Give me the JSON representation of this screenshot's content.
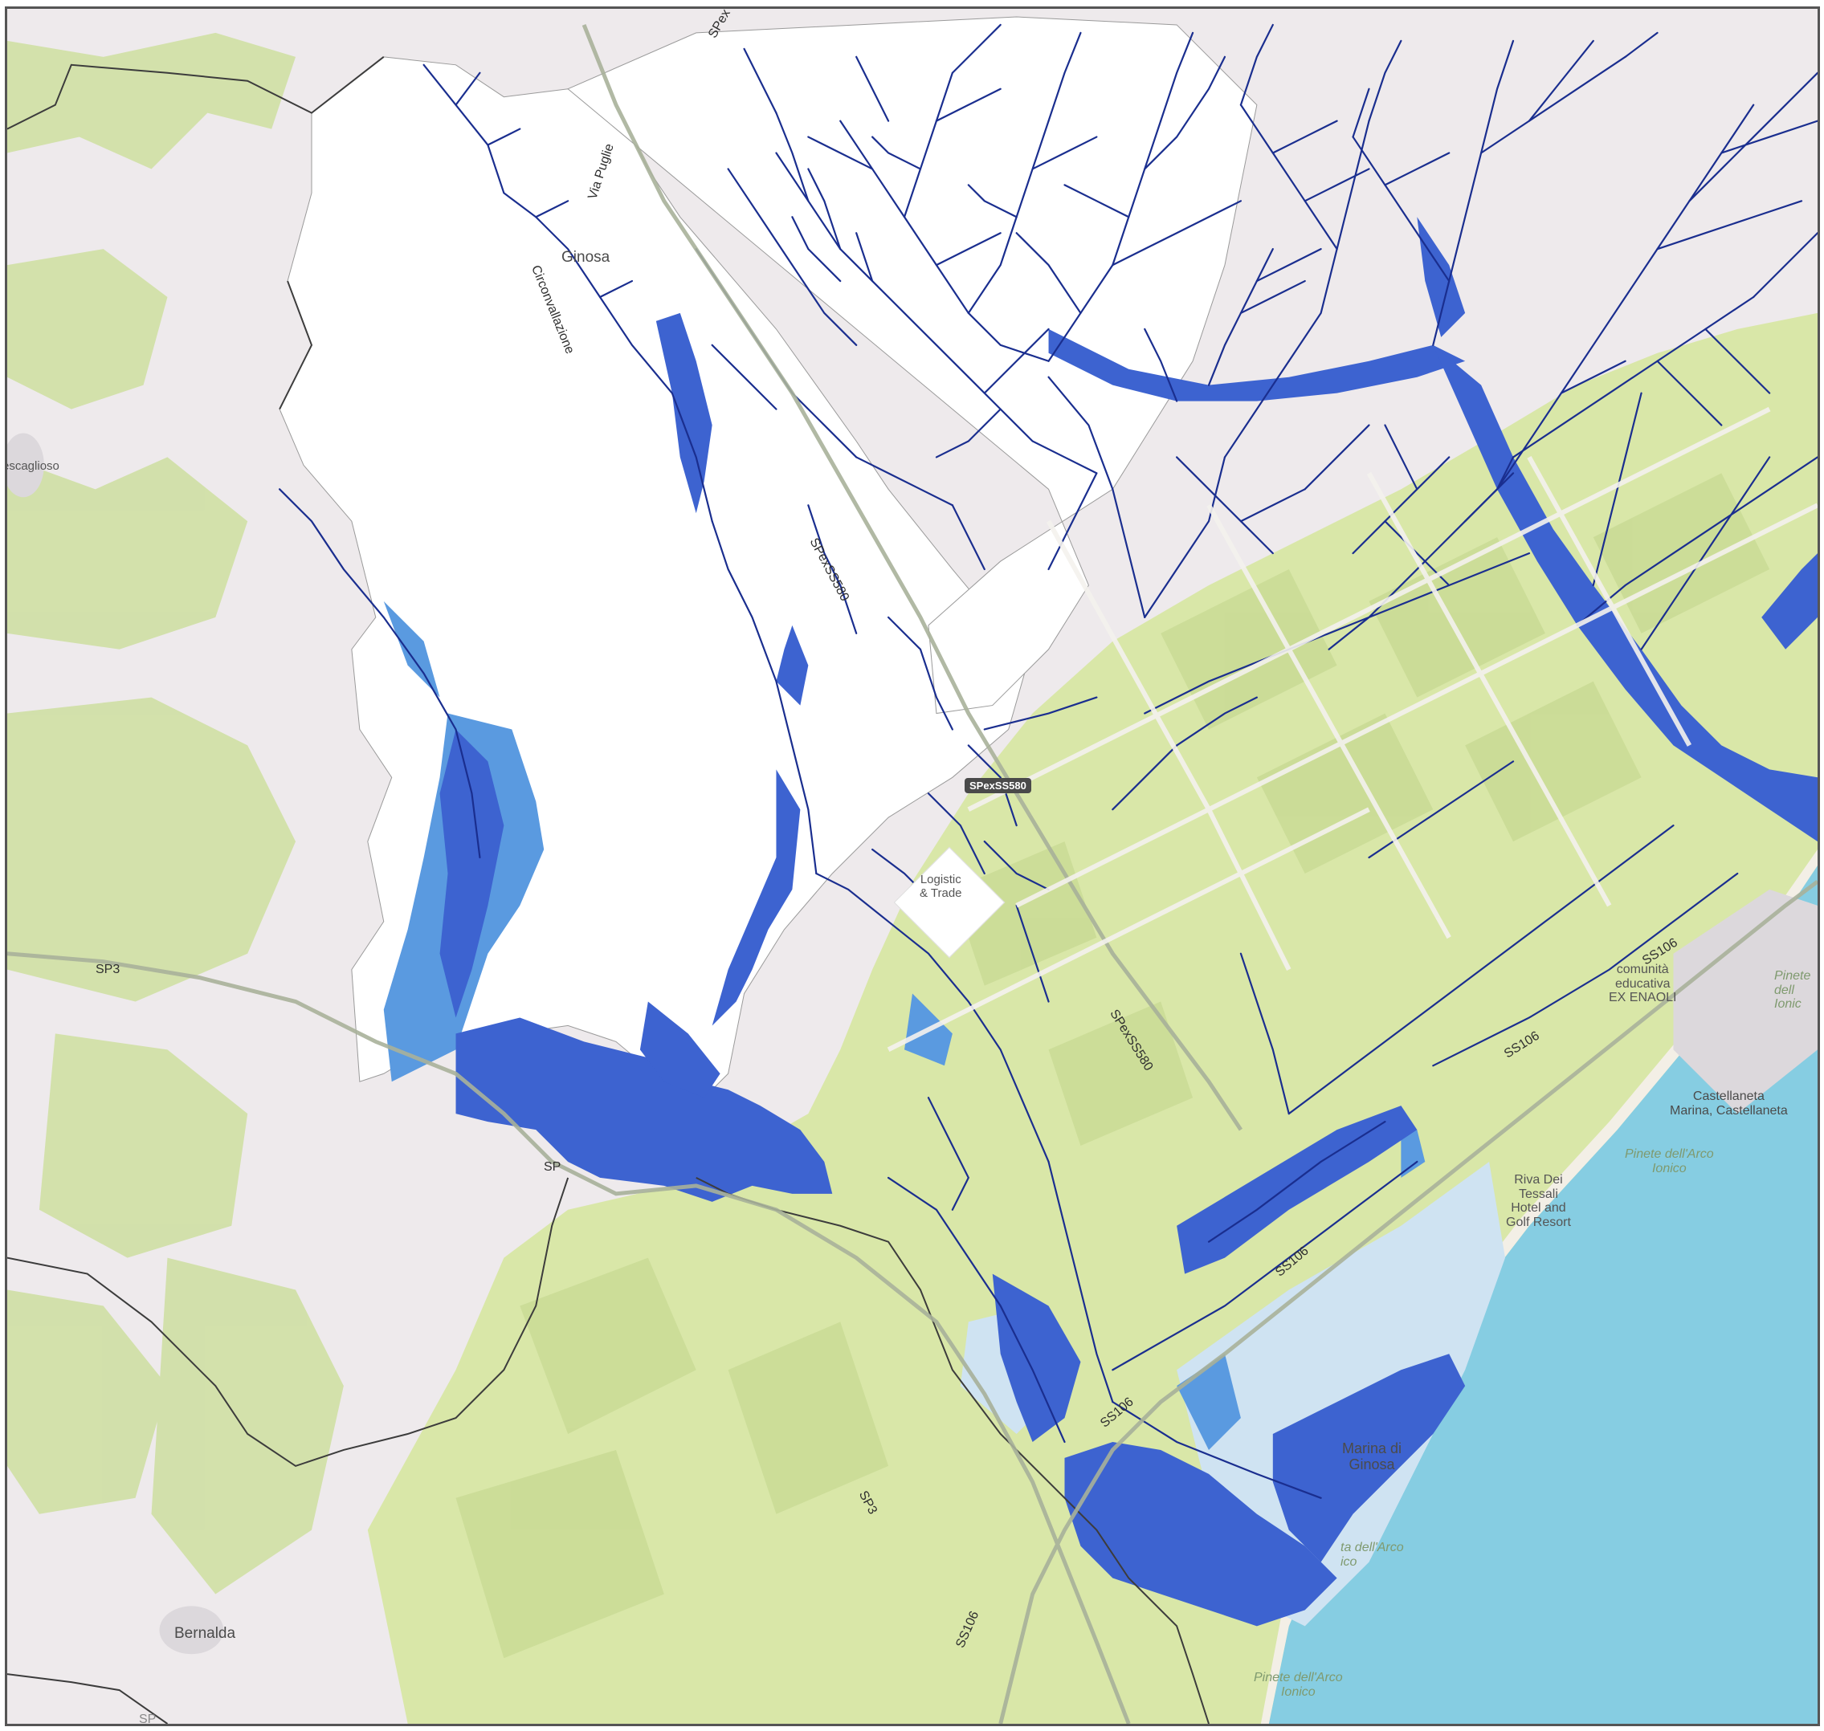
{
  "map": {
    "colors": {
      "land": "#eeeaec",
      "agri": "#d9e7a8",
      "forest": "#c6d99a",
      "sea": "#86cde2",
      "study_area": "#ffffff",
      "flood_high": "#3d63d0",
      "flood_mid": "#5a9ae0",
      "flood_low": "#cfe3f2",
      "streams": "#1a2e8f",
      "boundary": "#3c3c3c"
    },
    "places": {
      "ginosa": "Ginosa",
      "scaglioso": "escaglioso",
      "bernalda": "Bernalda",
      "castellaneta": "Castellaneta\nMarina, Castellaneta",
      "marina_ginosa": "Marina di\nGinosa",
      "comunita": "comunità\neducativa\nEX ENAOLI",
      "riva": "Riva Dei\nTessali\nHotel and\nGolf Resort",
      "logistic": "Logistic\n& Trade",
      "pinete_arco_1": "Pinete dell'Arco\nIonico",
      "pinete_arco_2": "ta dell'Arco\nico",
      "pinete_arco_3": "Pinete dell'Arco\nIonico",
      "pinete_right": "Pinete dell\nIonic"
    },
    "roads": {
      "via_puglie": "Via Puglie",
      "circonvallazione": "Circonvallazione",
      "spex_top": "SPex",
      "spex_mid": "SPexSS580",
      "spex_badge": "SPexSS580",
      "spex_low": "SPexSS580",
      "sp3_left": "SP3",
      "sp3_bottom": "SP3",
      "sp3_cut": "SP",
      "ss106_a": "SS106",
      "ss106_b": "SS106",
      "ss106_c": "SS106",
      "ss106_d": "SS106",
      "ss106_e": "SS106",
      "sp_bottom_left": "SP"
    }
  }
}
